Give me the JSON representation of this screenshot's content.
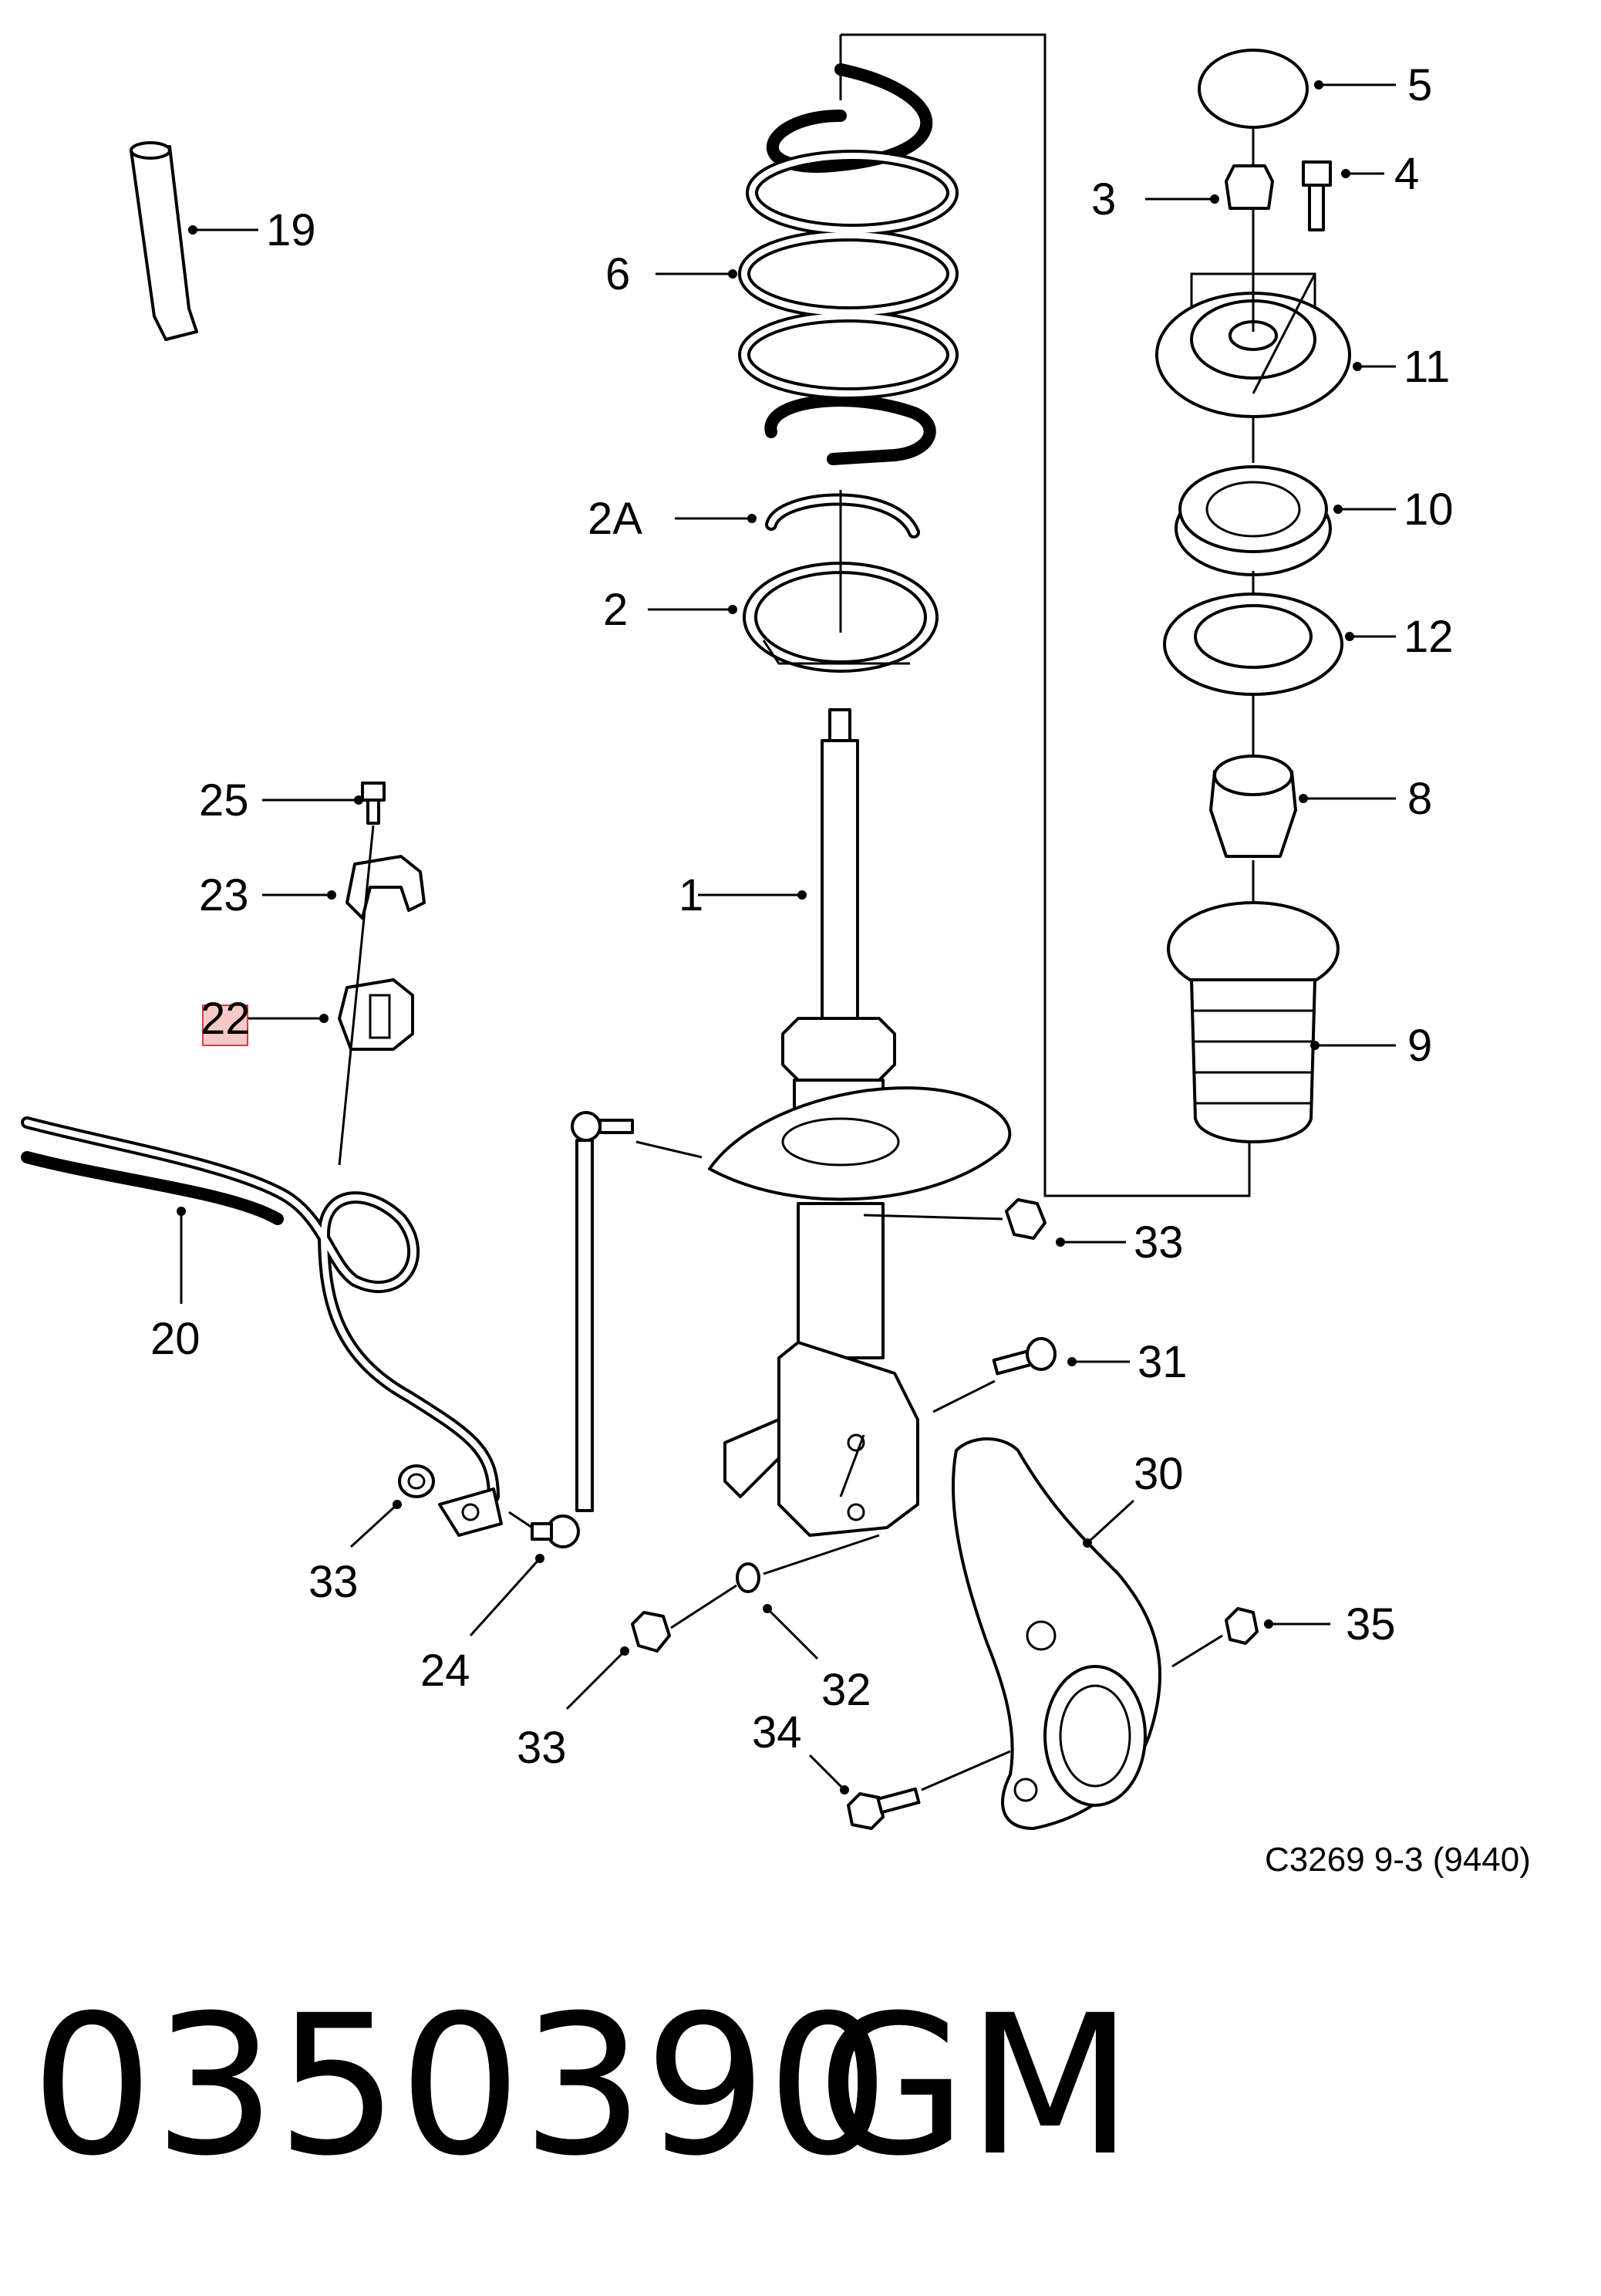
{
  "diagram": {
    "callouts": [
      {
        "id": "c-1",
        "text": "1"
      },
      {
        "id": "c-2",
        "text": "2"
      },
      {
        "id": "c-2a",
        "text": "2A"
      },
      {
        "id": "c-3",
        "text": "3"
      },
      {
        "id": "c-4",
        "text": "4"
      },
      {
        "id": "c-5",
        "text": "5"
      },
      {
        "id": "c-6",
        "text": "6"
      },
      {
        "id": "c-8",
        "text": "8"
      },
      {
        "id": "c-9",
        "text": "9"
      },
      {
        "id": "c-10",
        "text": "10"
      },
      {
        "id": "c-11",
        "text": "11"
      },
      {
        "id": "c-12",
        "text": "12"
      },
      {
        "id": "c-19",
        "text": "19"
      },
      {
        "id": "c-20",
        "text": "20"
      },
      {
        "id": "c-22",
        "text": "22"
      },
      {
        "id": "c-23",
        "text": "23"
      },
      {
        "id": "c-24",
        "text": "24"
      },
      {
        "id": "c-25",
        "text": "25"
      },
      {
        "id": "c-30",
        "text": "30"
      },
      {
        "id": "c-31",
        "text": "31"
      },
      {
        "id": "c-32",
        "text": "32"
      },
      {
        "id": "c-33a",
        "text": "33"
      },
      {
        "id": "c-33b",
        "text": "33"
      },
      {
        "id": "c-33c",
        "text": "33"
      },
      {
        "id": "c-34",
        "text": "34"
      },
      {
        "id": "c-35",
        "text": "35"
      }
    ],
    "reference": "C3269 9-3 (9440)",
    "highlight_callout": "22",
    "highlight_color": "#f6c9c9"
  },
  "footer": {
    "part_number": "0350390",
    "brand": "GM"
  }
}
